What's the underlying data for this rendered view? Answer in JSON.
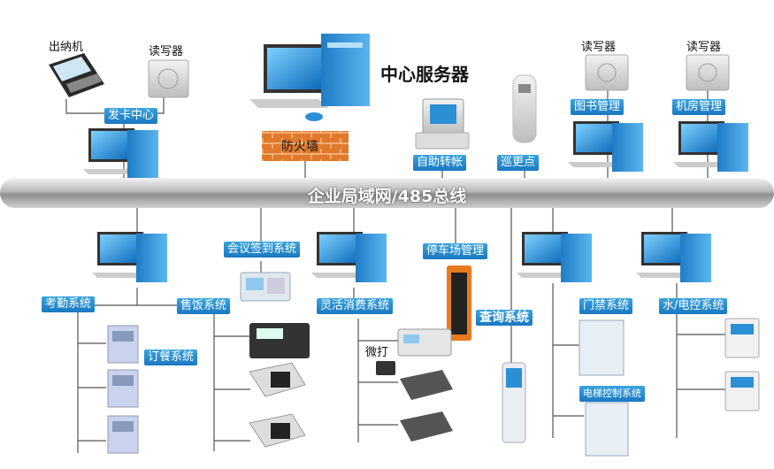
{
  "labels": {
    "cashier": "出纳机",
    "reader_left": "读写器",
    "card_center": "发卡中心",
    "server": "中心服务器",
    "firewall": "防火墙",
    "self_service": "自助转帐",
    "patrol": "巡更点",
    "reader_lib": "读写器",
    "library": "图书管理",
    "reader_lab": "读写器",
    "computer_room": "机房管理",
    "bus": "企业局域网/485总线",
    "meeting": "会议签到系统",
    "parking": "停车场管理",
    "attendance": "考勤系统",
    "canteen": "售饭系统",
    "consumption": "灵活消费系统",
    "query": "查询系统",
    "door": "门禁系统",
    "water": "水/电控系统",
    "ordering": "订餐系统",
    "printer": "微打",
    "elevator": "电梯控制系统"
  },
  "colors": {
    "label_bg": "#1a78c2",
    "bus": "#a8a8a8",
    "monitor": "#2b8fd6",
    "firewall": "#e07a2a"
  }
}
